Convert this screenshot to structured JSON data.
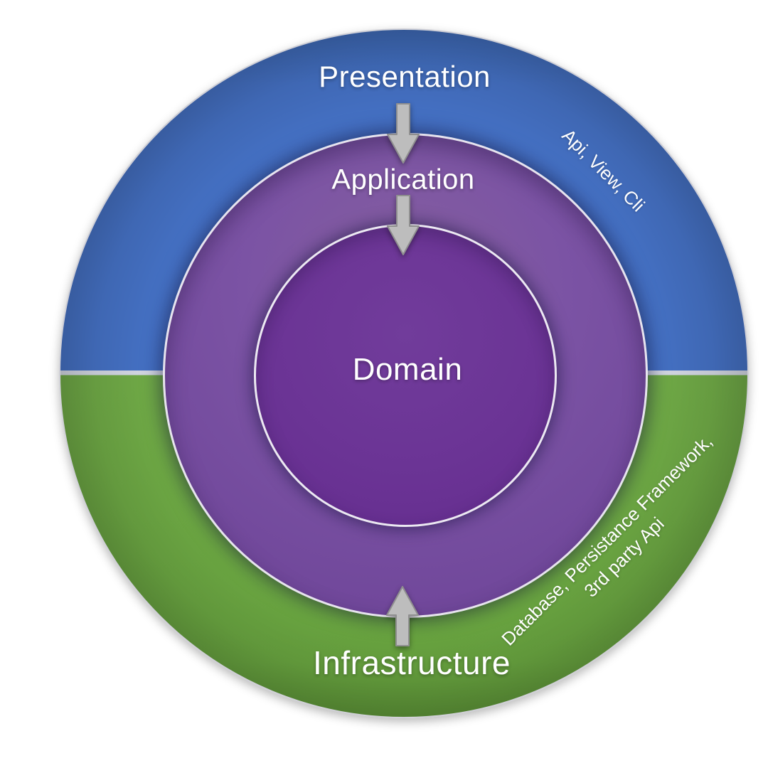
{
  "diagram": {
    "type": "onion-architecture",
    "rings": {
      "presentation": {
        "label": "Presentation",
        "color": "#4673c8"
      },
      "application": {
        "label": "Application",
        "color": "#7b53a4"
      },
      "domain": {
        "label": "Domain",
        "color": "#6b3495"
      },
      "infrastructure": {
        "label": "Infrastructure",
        "color": "#6ba841"
      }
    },
    "annotations": {
      "presentation_tech": "Api, View, Cli",
      "infrastructure_tech_line1": "Database, Persistance Framework,",
      "infrastructure_tech_line2": "3rd party Api"
    },
    "arrows": [
      {
        "name": "presentation-to-application",
        "direction": "down",
        "color": "#bdbdbd"
      },
      {
        "name": "application-to-domain",
        "direction": "down",
        "color": "#bdbdbd"
      },
      {
        "name": "infrastructure-to-domain",
        "direction": "up",
        "color": "#bdbdbd"
      }
    ],
    "text_color": "#ffffff",
    "background_color": "#ffffff"
  }
}
